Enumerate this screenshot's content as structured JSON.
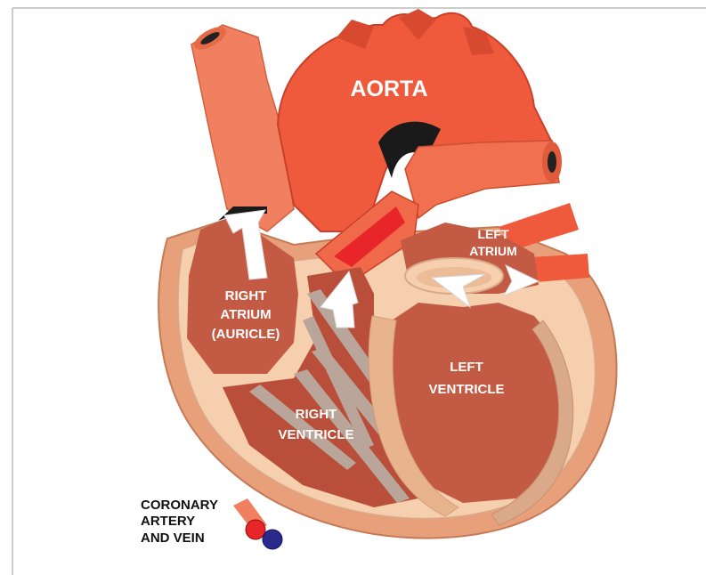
{
  "labels": {
    "aorta": "AORTA",
    "left_atrium_1": "LEFT",
    "left_atrium_2": "ATRIUM",
    "right_atrium_1": "RIGHT",
    "right_atrium_2": "ATRIUM",
    "right_atrium_3": "(AURICLE)",
    "left_ventricle_1": "LEFT",
    "left_ventricle_2": "VENTRICLE",
    "right_ventricle_1": "RIGHT",
    "right_ventricle_2": "VENTRICLE",
    "coronary_1": "CORONARY",
    "coronary_2": "ARTERY",
    "coronary_3": "AND VEIN"
  },
  "colors": {
    "outer_muscle": "#e8a07a",
    "inner_lining": "#f6cfae",
    "chamber": "#c25a44",
    "chamber_dark": "#a9432f",
    "vessel": "#ef5a3c",
    "vessel_light": "#f08060",
    "artery_red": "#e8262a",
    "vein_blue": "#2a2a8c",
    "tendon": "#b9a59a",
    "septum_stripe": "#d9a98a"
  }
}
